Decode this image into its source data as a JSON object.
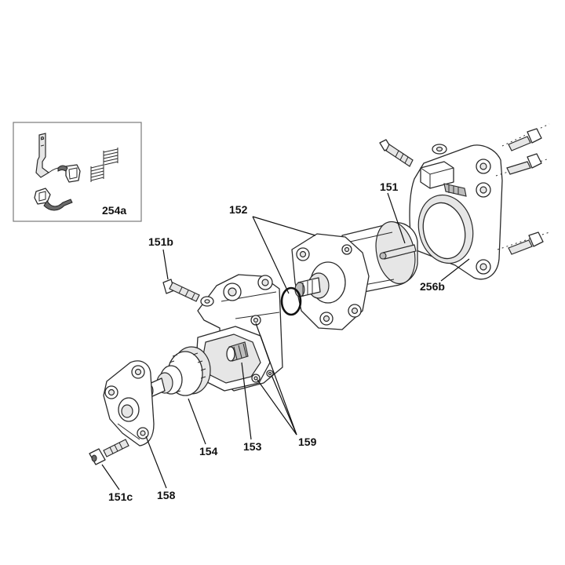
{
  "diagram": {
    "callouts": {
      "c254a": "254a",
      "c152": "152",
      "c151": "151",
      "c151b": "151b",
      "c256b": "256b",
      "c154": "154",
      "c153": "153",
      "c159": "159",
      "c151c": "151c",
      "c158": "158"
    }
  }
}
